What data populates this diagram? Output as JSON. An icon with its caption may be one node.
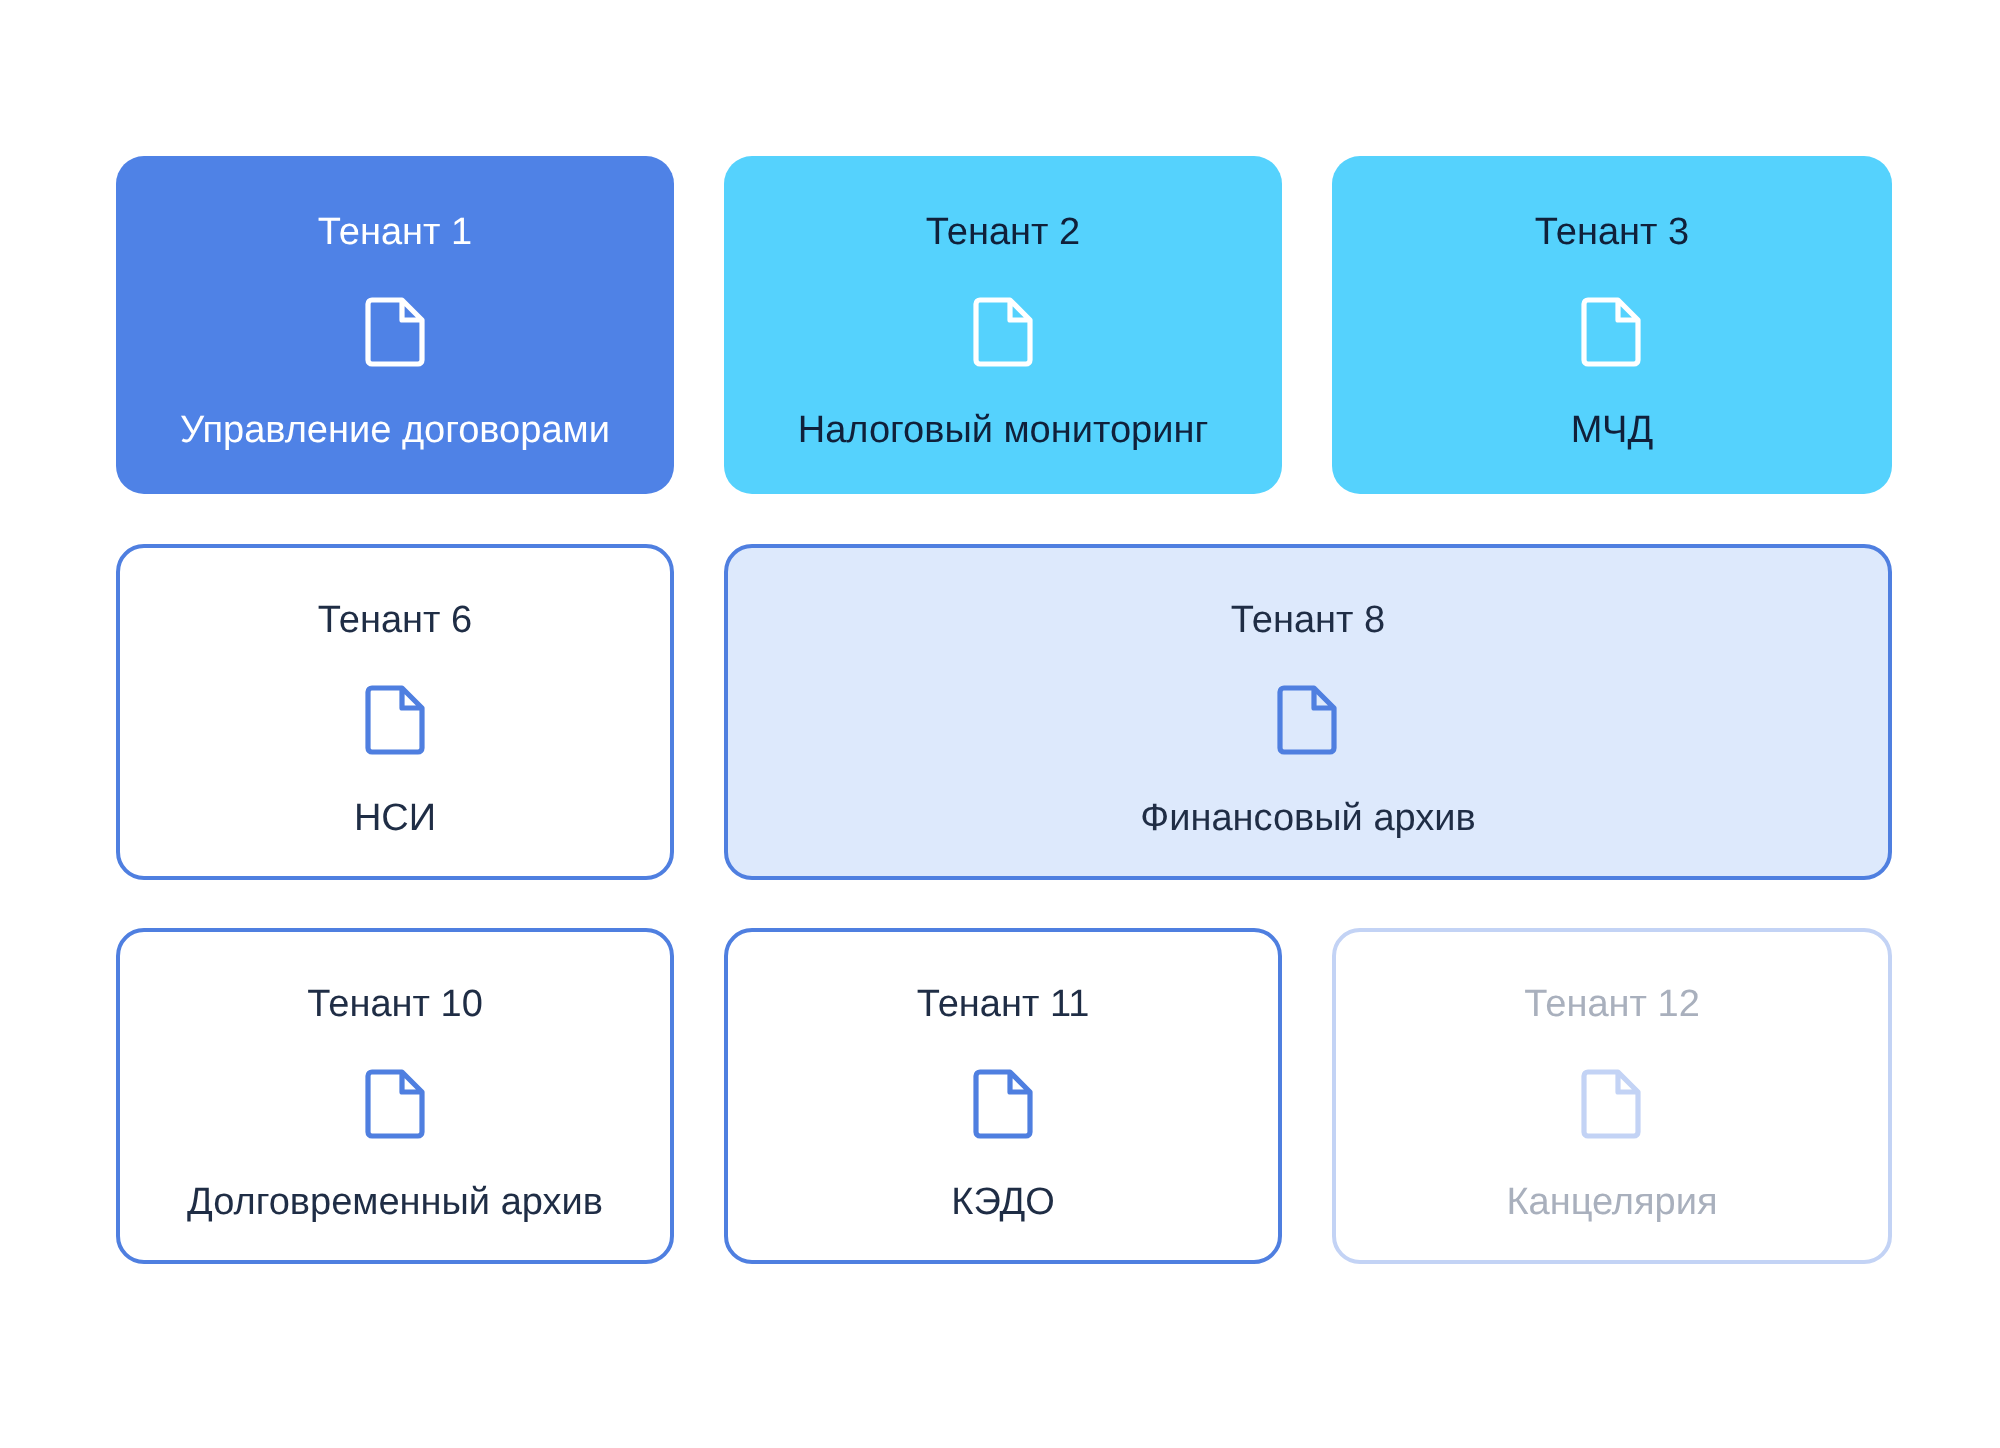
{
  "diagram": {
    "nodes": [
      {
        "text": [
          "Тенант 1",
          "Управление договорами"
        ]
      },
      {
        "text": [
          "Тенант 2",
          "Налоговый мониторинг"
        ]
      },
      {
        "text": [
          "Тенант 3",
          "МЧД"
        ]
      },
      {
        "text": [
          "Тенант 6",
          "НСИ"
        ]
      },
      {
        "text": [
          "Тенант 8",
          "Финансовый архив"
        ]
      },
      {
        "text": [
          "Тенант 10",
          "Долговременный архив"
        ]
      },
      {
        "text": [
          "Тенант 11",
          "КЭДО"
        ]
      },
      {
        "text": [
          "Тенант 12",
          "Канцелярия"
        ]
      }
    ]
  }
}
